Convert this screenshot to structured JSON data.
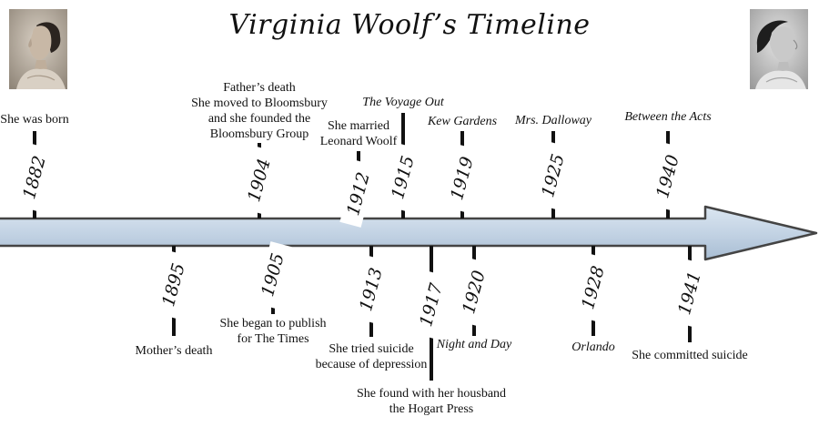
{
  "title": "Virginia Woolf’s Timeline",
  "arrow_colors": {
    "fill": "#c3d3e4",
    "stroke": "#444444"
  },
  "events": [
    {
      "year": "1882",
      "label": "She was born",
      "italic": false
    },
    {
      "year": "1895",
      "label": "Mother’s death",
      "italic": false
    },
    {
      "year": "1904",
      "label": "Father’s death\nShe moved to Bloomsbury\nand she founded the\nBloomsbury Group",
      "italic": false
    },
    {
      "year": "1905",
      "label": "She began to publish\nfor The Times",
      "italic": false
    },
    {
      "year": "1912",
      "label": "She married\nLeonard Woolf",
      "italic": false
    },
    {
      "year": "1913",
      "label": "She tried suicide\nbecause of depression",
      "italic": false
    },
    {
      "year": "1915",
      "label": "The Voyage Out",
      "italic": true
    },
    {
      "year": "1917",
      "label": "She found with her housband\nthe Hogart Press",
      "italic": false
    },
    {
      "year": "1919",
      "label": "Kew Gardens",
      "italic": true
    },
    {
      "year": "1920",
      "label": "Night and Day",
      "italic": true
    },
    {
      "year": "1925",
      "label": "Mrs. Dalloway",
      "italic": true
    },
    {
      "year": "1928",
      "label": "Orlando",
      "italic": true
    },
    {
      "year": "1940",
      "label": "Between the Acts",
      "italic": true
    },
    {
      "year": "1941",
      "label": "She committed suicide",
      "italic": false
    }
  ]
}
